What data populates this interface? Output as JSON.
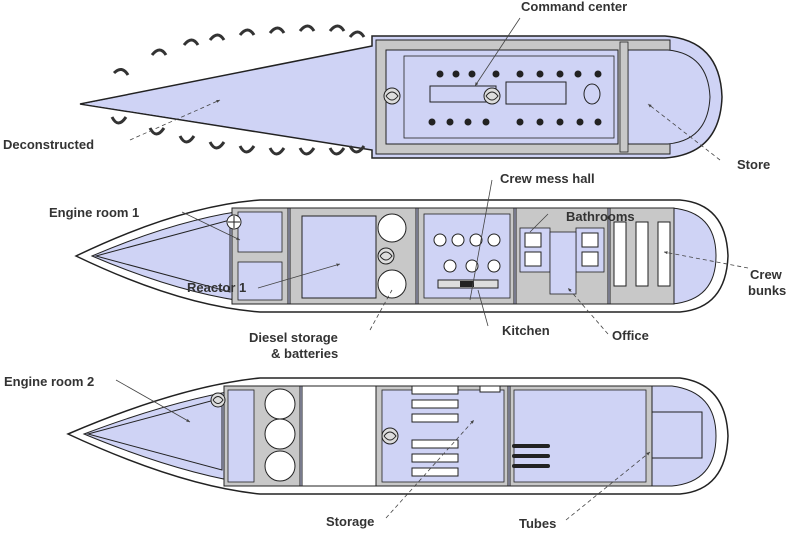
{
  "colors": {
    "background": "#ffffff",
    "outline": "#222222",
    "floor": "#cfd3f5",
    "wall": "#c8c8c8",
    "label_text": "#333333"
  },
  "labels": {
    "command_center": "Command center",
    "deconstructed": "Deconstructed",
    "store": "Store",
    "crew_mess_hall": "Crew mess hall",
    "engine_room_1": "Engine room 1",
    "bathrooms": "Bathrooms",
    "reactor_1": "Reactor 1",
    "crew_bunks_line1": "Crew",
    "crew_bunks_line2": "bunks",
    "diesel_line1": "Diesel storage",
    "diesel_line2": "& batteries",
    "kitchen": "Kitchen",
    "office": "Office",
    "engine_room_2": "Engine room 2",
    "storage": "Storage",
    "tubes": "Tubes"
  },
  "icons": {
    "propeller": "propeller-icon",
    "spiral_staircase": "spiral-staircase-icon",
    "ventilation_fan": "ventilation-fan-icon",
    "chair": "chair-icon",
    "round_table": "round-table-icon",
    "toilet": "toilet-icon",
    "bunk_bed": "bunk-bed-icon",
    "storage_shelf": "storage-shelf-icon",
    "torpedo": "torpedo-icon",
    "tank": "tank-icon"
  }
}
